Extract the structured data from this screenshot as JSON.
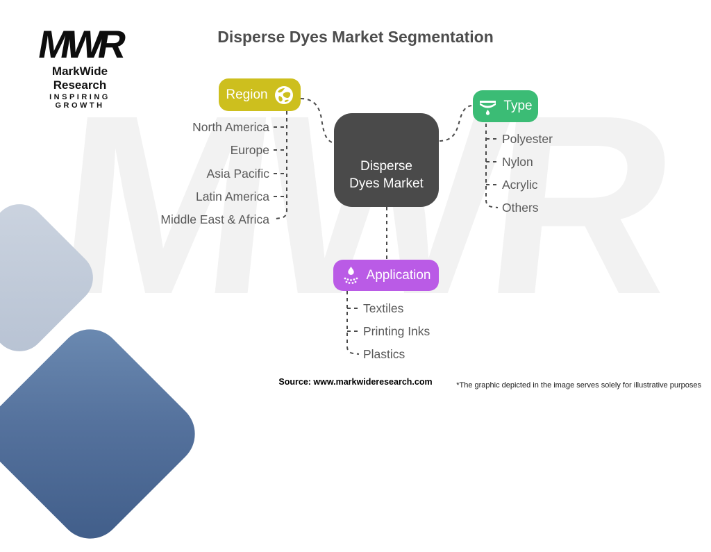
{
  "logo": {
    "monogram": "MWR",
    "name": "MarkWide Research",
    "tagline": "INSPIRING GROWTH"
  },
  "title": "Disperse Dyes Market Segmentation",
  "watermark": "MWR",
  "center_node": {
    "line1": "Disperse",
    "line2": "Dyes Market"
  },
  "branches": {
    "region": {
      "label": "Region",
      "icon": "globe-icon",
      "color": "#cdbf1e",
      "items": [
        "North America",
        "Europe",
        "Asia Pacific",
        "Latin America",
        "Middle East & Africa"
      ]
    },
    "type": {
      "label": "Type",
      "icon": "funnel-icon",
      "color": "#3bbc75",
      "items": [
        "Polyester",
        "Nylon",
        "Acrylic",
        "Others"
      ]
    },
    "application": {
      "label": "Application",
      "icon": "spray-icon",
      "color": "#ba5be6",
      "items": [
        "Textiles",
        "Printing Inks",
        "Plastics"
      ]
    }
  },
  "footer": {
    "source": "Source: www.markwideresearch.com",
    "disclaimer": "*The graphic depicted in the image serves solely for illustrative purposes"
  },
  "colors": {
    "center_node": "#4a4a4a",
    "item_text": "#595959",
    "connector": "#4a4a4a",
    "shape_light": "#bfc9d8",
    "shape_dark": "#55729d"
  }
}
